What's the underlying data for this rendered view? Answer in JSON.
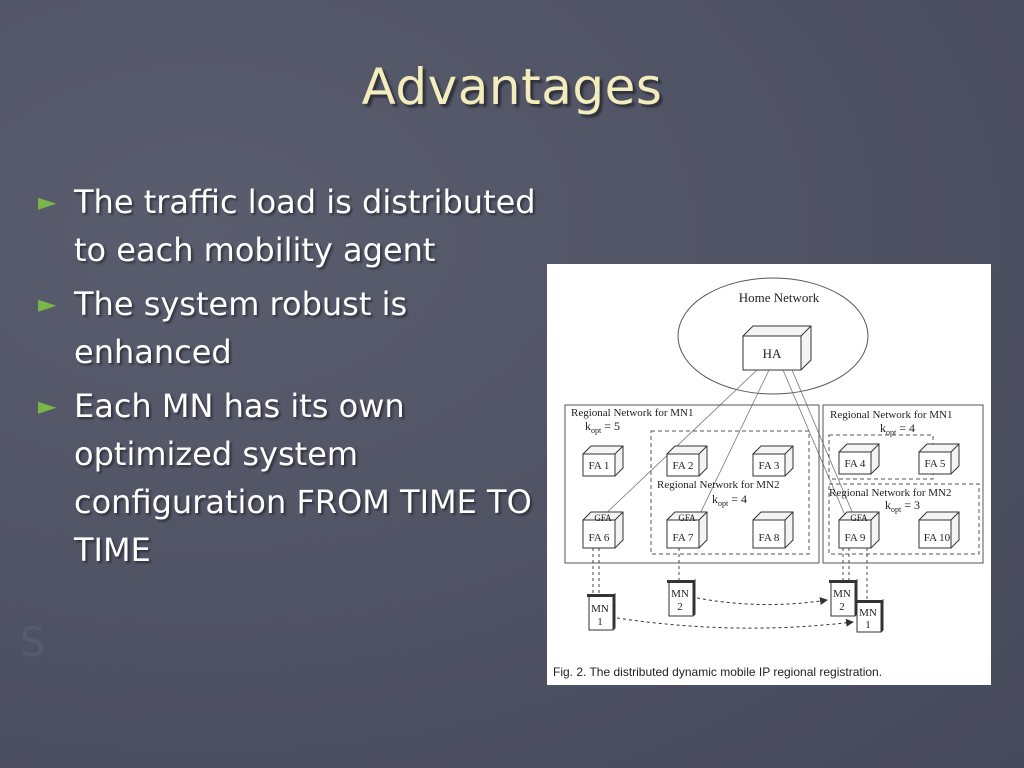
{
  "slide": {
    "title": "Advantages",
    "bullets": [
      {
        "text": "The traffic load is distributed to each mobility agent"
      },
      {
        "text": "The system robust is enhanced"
      },
      {
        "text": "Each MN has its own optimized system configuration  FROM TIME TO TIME"
      }
    ],
    "bullet_marker": "►",
    "colors": {
      "title": "#f3ecbc",
      "text": "#ffffff",
      "marker": "#7ab648",
      "background": "#505466"
    }
  },
  "figure": {
    "home_network": "Home Network",
    "ha": "HA",
    "left_region": {
      "label": "Regional Network for MN1",
      "k": "k",
      "k_sub": "opt",
      "k_val": "= 5"
    },
    "mid_region": {
      "label": "Regional Network for MN2",
      "k": "k",
      "k_sub": "opt",
      "k_val": "= 4"
    },
    "right_region1": {
      "label": "Regional Network for MN1",
      "k": "k",
      "k_sub": "opt",
      "k_val": "= 4"
    },
    "right_region2": {
      "label": "Regional Network for MN2",
      "k": "k",
      "k_sub": "opt",
      "k_val": "= 3"
    },
    "fa": [
      "FA 1",
      "FA 2",
      "FA 3",
      "FA 4",
      "FA 5",
      "FA 6",
      "FA 7",
      "FA 8",
      "FA 9",
      "FA 10"
    ],
    "gfa": "GFA",
    "mn1": [
      "MN",
      "1"
    ],
    "mn2": [
      "MN",
      "2"
    ],
    "caption": "Fig. 2. The distributed dynamic mobile IP regional registration."
  }
}
